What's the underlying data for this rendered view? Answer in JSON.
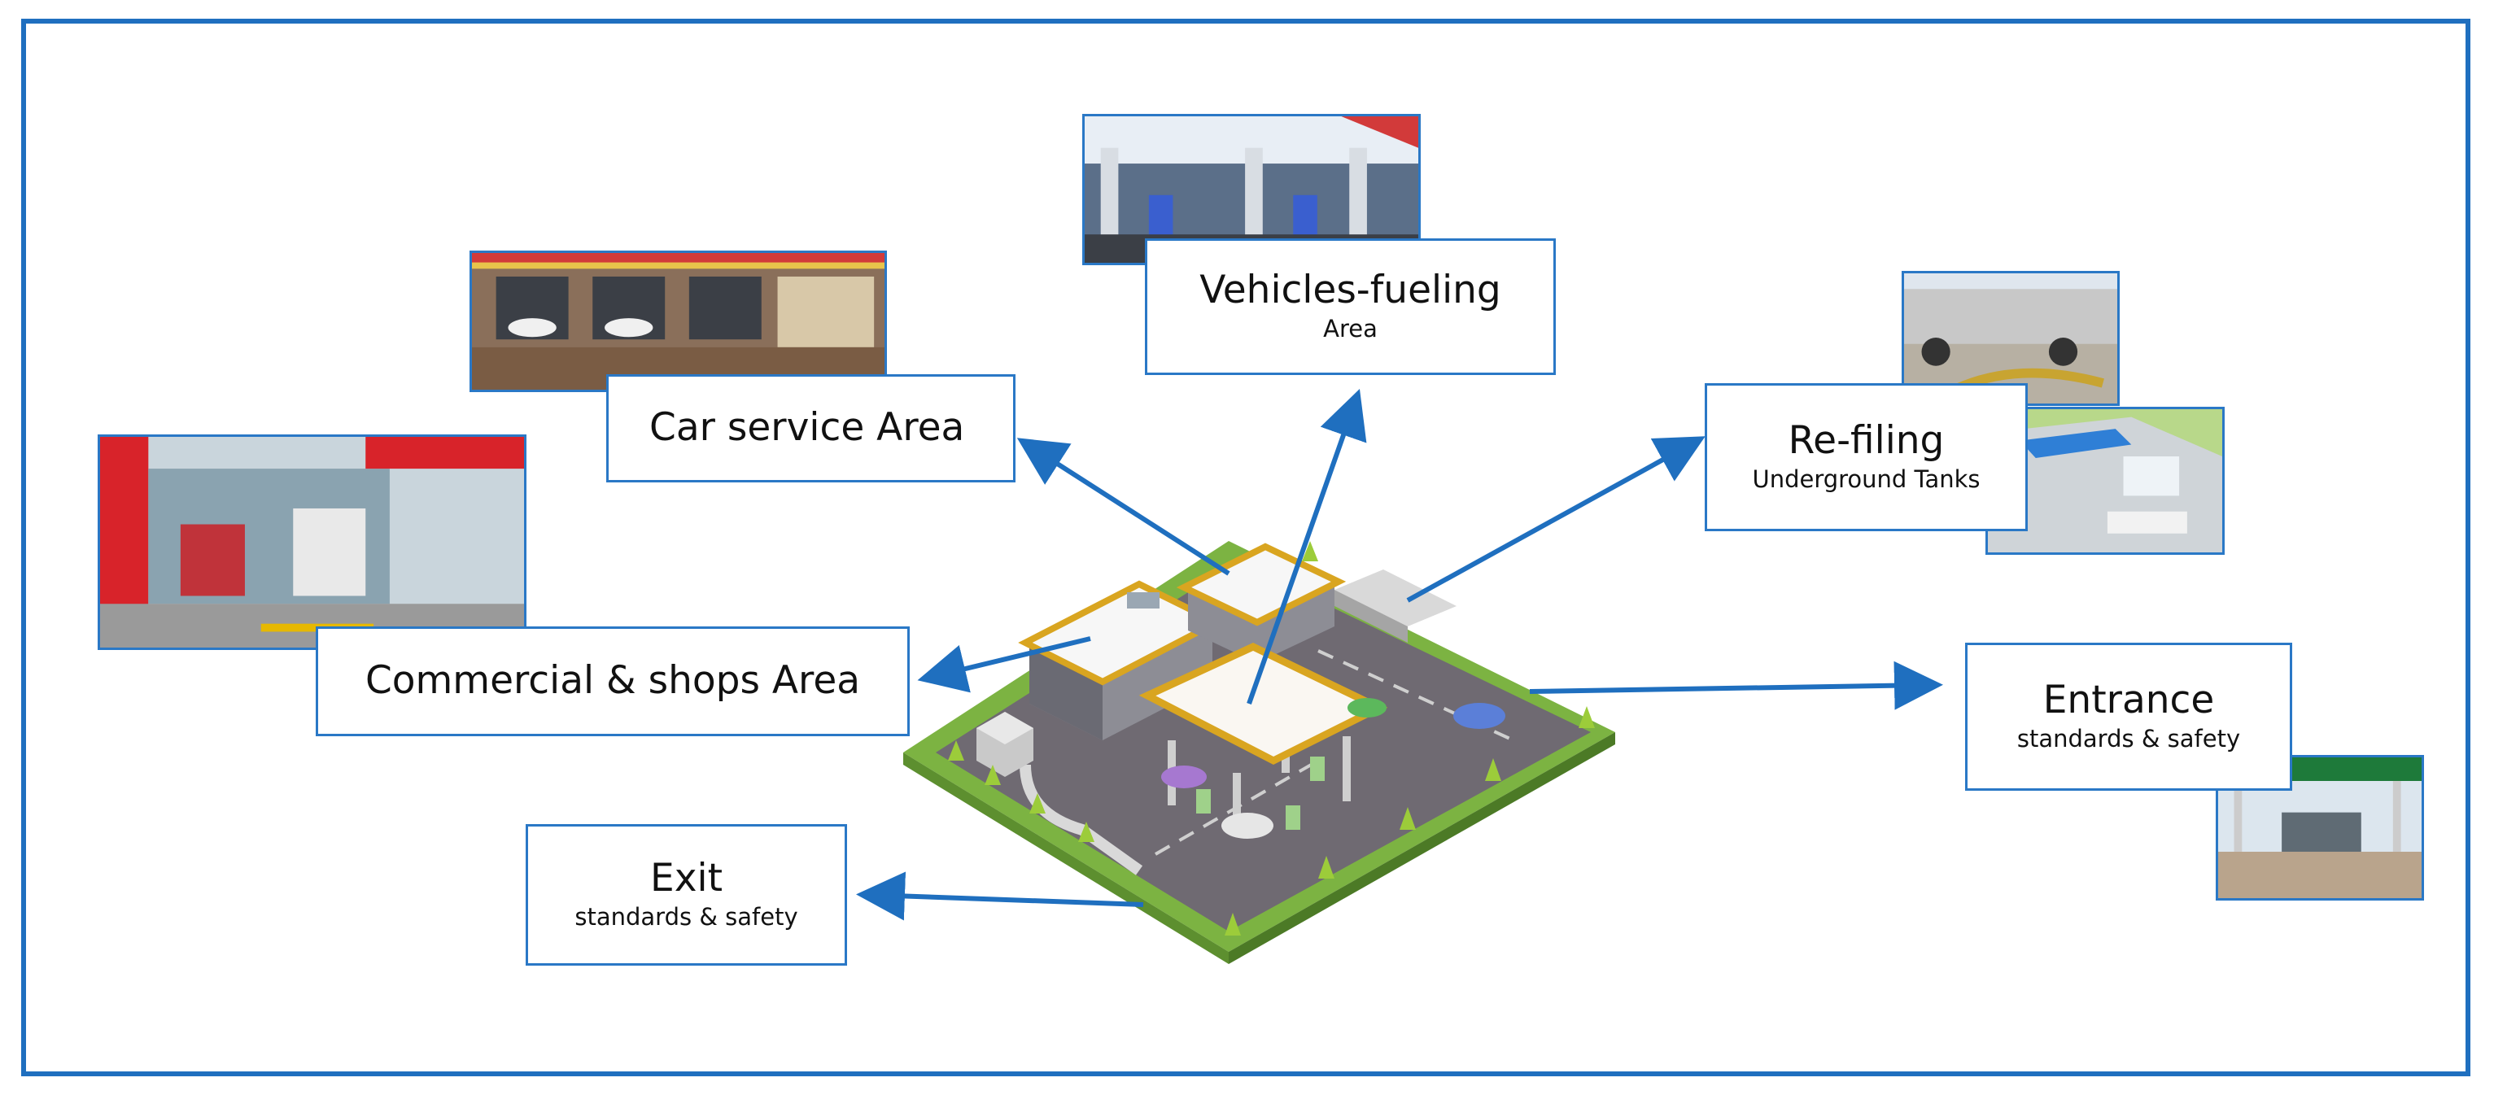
{
  "labels": {
    "vehicles_fueling": {
      "title": "Vehicles-fueling",
      "subtitle": "Area"
    },
    "car_service": {
      "title": "Car service Area"
    },
    "commercial": {
      "title": "Commercial & shops Area"
    },
    "refiling": {
      "title": "Re-filing",
      "subtitle": "Underground Tanks"
    },
    "entrance": {
      "title": "Entrance",
      "subtitle": "standards & safety"
    },
    "exit": {
      "title": "Exit",
      "subtitle": "standards & safety"
    }
  },
  "colors": {
    "frame": "#1f6fbf",
    "arrow": "#1f6fbf",
    "box_border": "#2a78c6"
  }
}
